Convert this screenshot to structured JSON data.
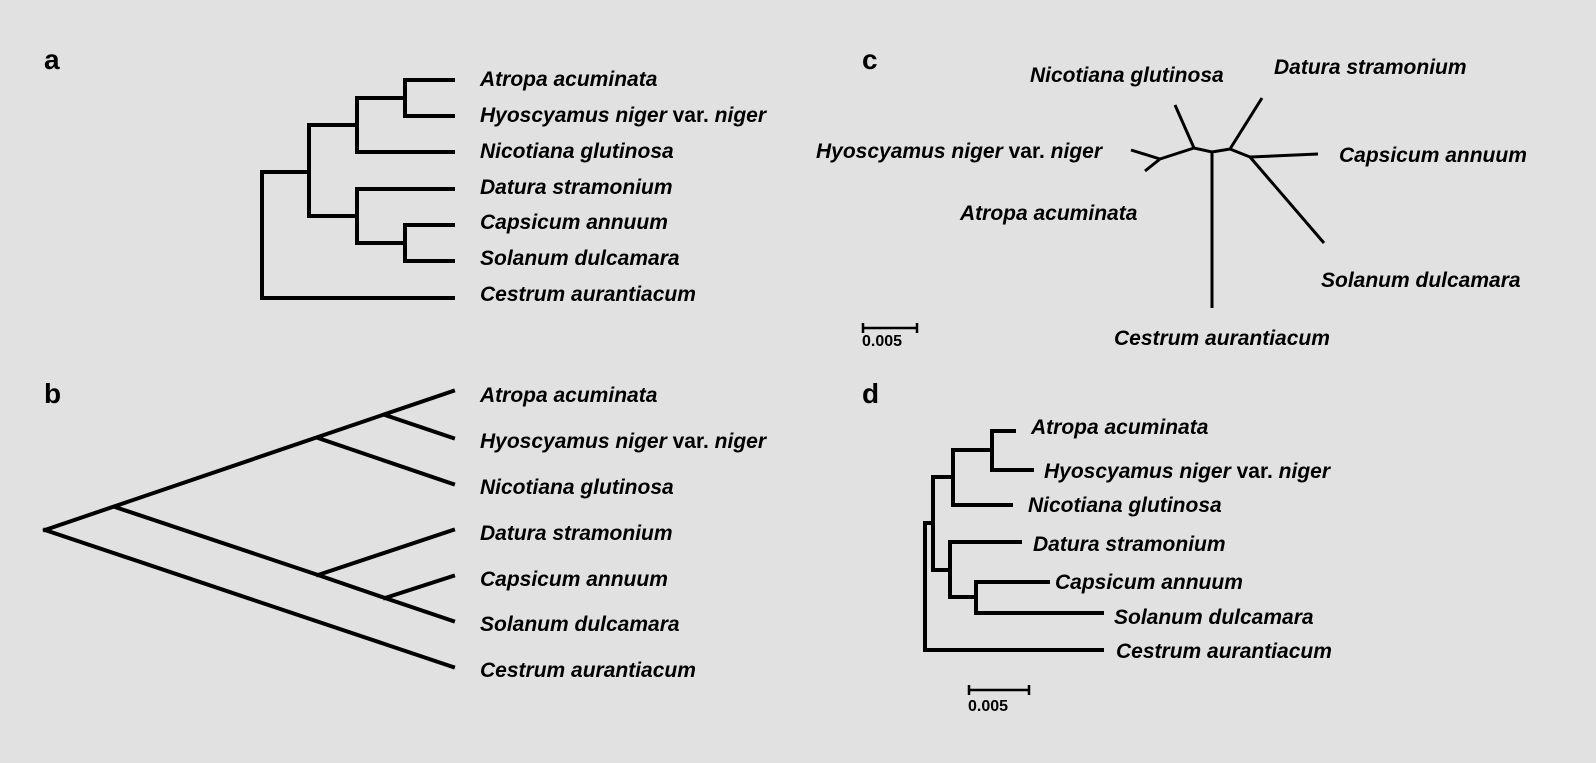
{
  "panels": {
    "a": {
      "letter": "a"
    },
    "b": {
      "letter": "b"
    },
    "c": {
      "letter": "c",
      "scale": "0.005"
    },
    "d": {
      "letter": "d",
      "scale": "0.005"
    }
  },
  "taxa": {
    "atropa": "Atropa acuminata",
    "hyoscyamus_genus": "Hyoscyamus niger",
    "hyoscyamus_var": "var.",
    "hyoscyamus_epithet": "niger",
    "nicotiana": "Nicotiana glutinosa",
    "datura": "Datura stramonium",
    "capsicum": "Capsicum annuum",
    "solanum": "Solanum dulcamara",
    "cestrum": "Cestrum aurantiacum"
  }
}
